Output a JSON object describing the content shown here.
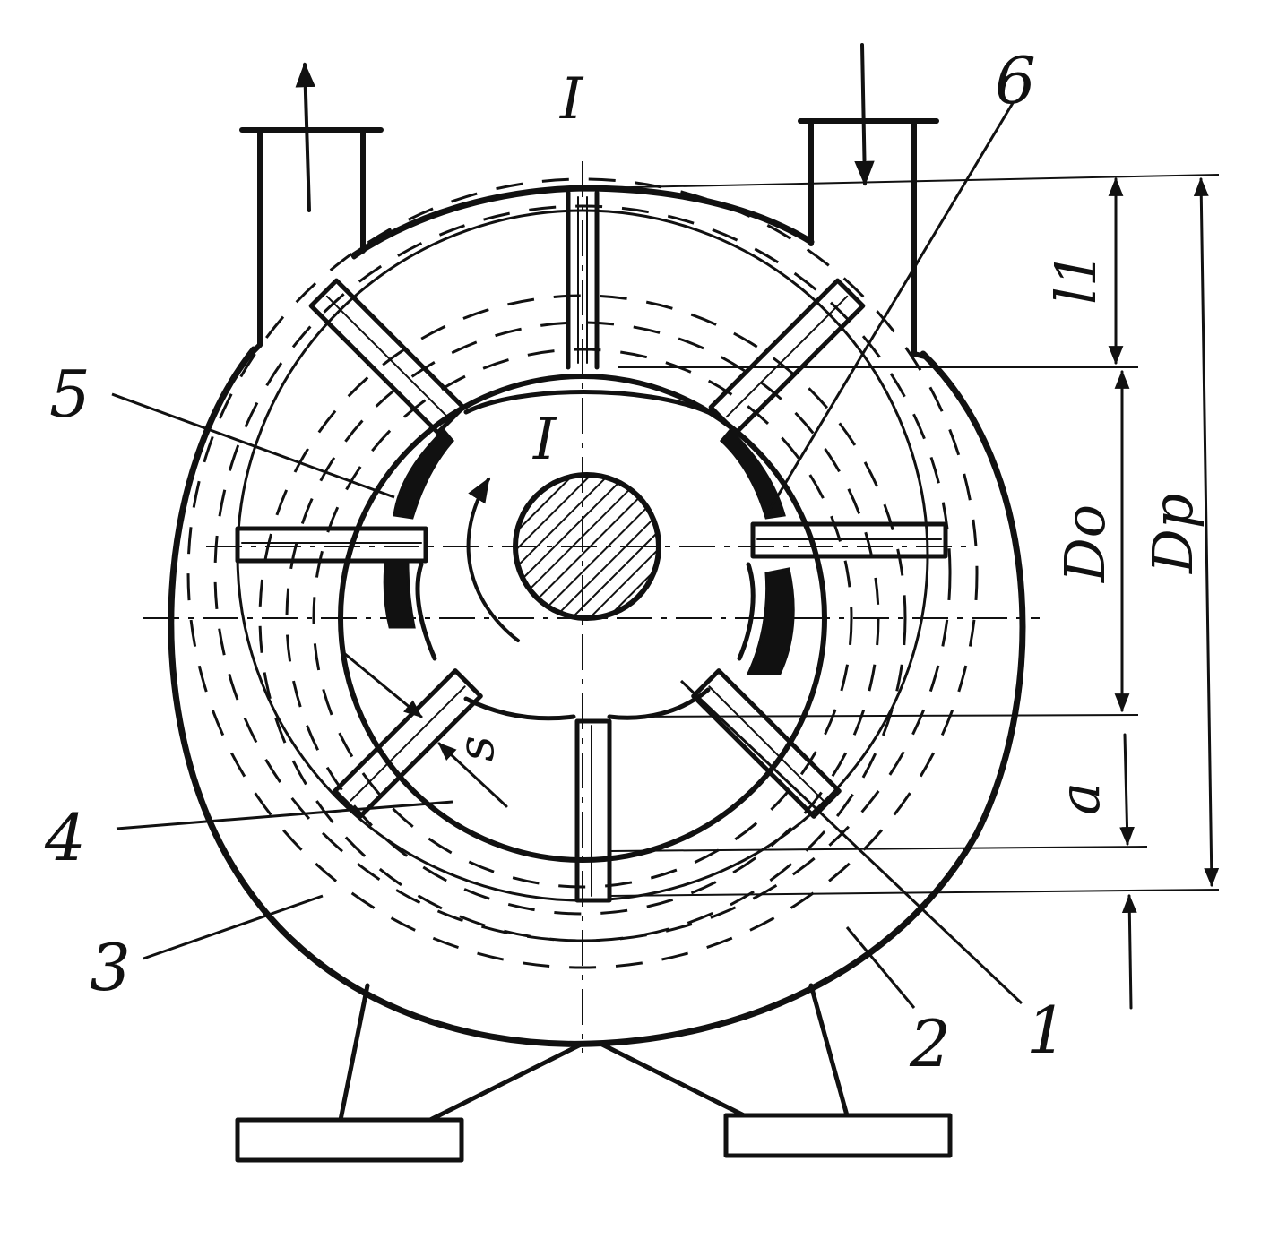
{
  "labels": {
    "part_1": "1",
    "part_2": "2",
    "part_3": "3",
    "part_4": "4",
    "part_5": "5",
    "part_6": "6",
    "section_top": "I",
    "section_center": "I",
    "dim_l1": "l1",
    "dim_do": "Do",
    "dim_dp": "Dp",
    "dim_a": "a",
    "dim_s": "s"
  },
  "colors": {
    "ink": "#111111",
    "paper": "#ffffff"
  }
}
